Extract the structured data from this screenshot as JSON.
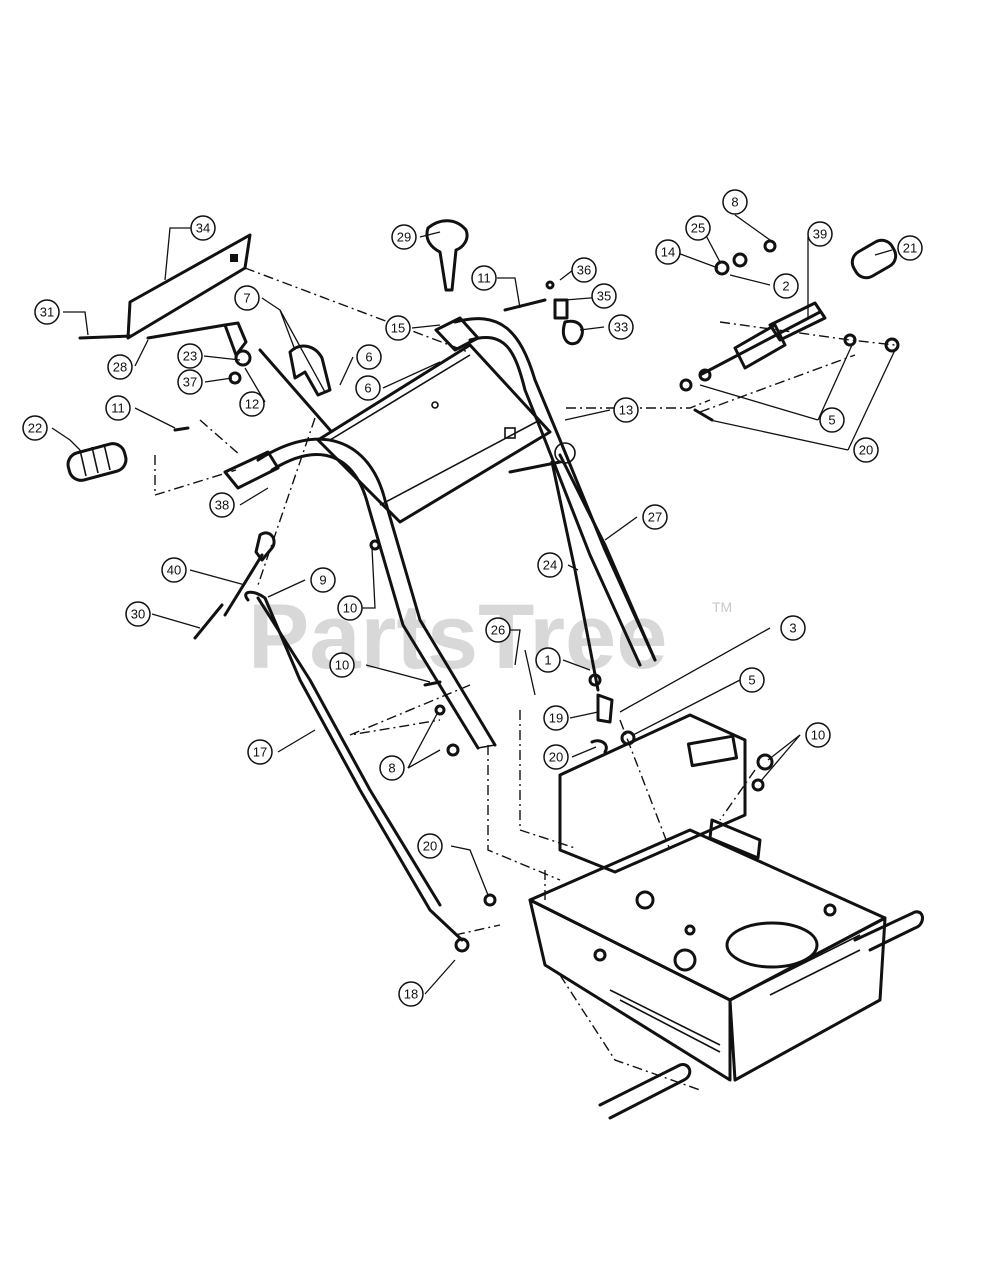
{
  "watermark": {
    "brand": "PartsTree",
    "trademark": "TM"
  },
  "callouts": [
    "34",
    "29",
    "11",
    "36",
    "35",
    "33",
    "8",
    "25",
    "14",
    "2",
    "39",
    "21",
    "31",
    "28",
    "7",
    "23",
    "37",
    "12",
    "6",
    "6",
    "15",
    "22",
    "11",
    "38",
    "13",
    "5",
    "20",
    "27",
    "40",
    "9",
    "30",
    "24",
    "10",
    "26",
    "1",
    "3",
    "10",
    "5",
    "19",
    "20",
    "8",
    "10",
    "17",
    "20",
    "18"
  ]
}
